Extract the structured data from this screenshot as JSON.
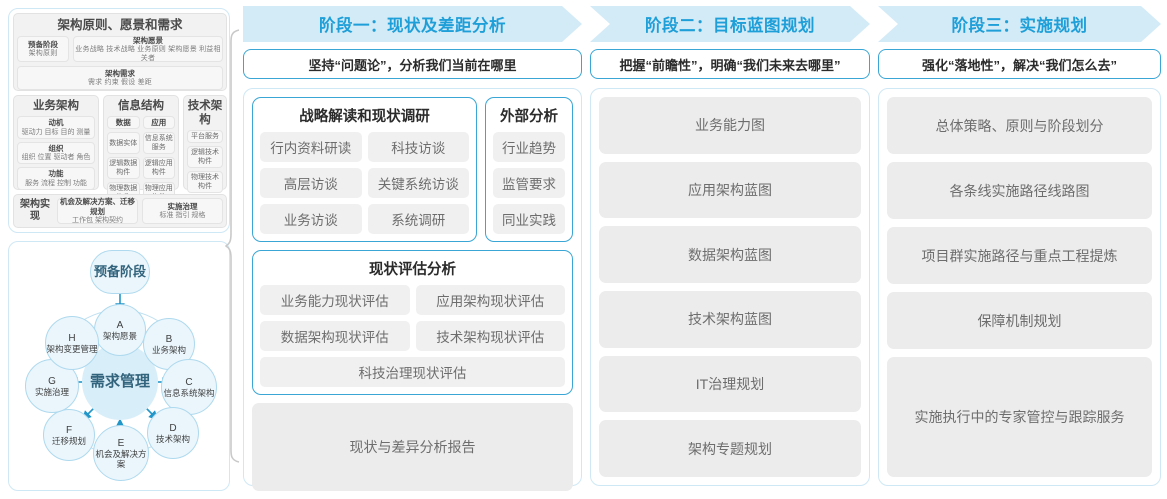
{
  "left_panel": {
    "architecture_framework": {
      "section1_title": "架构原则、愿景和需求",
      "prep_stage": {
        "head": "预备阶段",
        "sub": "架构原则"
      },
      "arch_vision": {
        "head": "架构愿景",
        "sub": "业务战略 技术战略 业务原则 架构愿景 利益相关者"
      },
      "arch_requirements": {
        "head": "架构需求",
        "sub": "需求  约束  假设  差距"
      },
      "business_arch": {
        "title": "业务架构",
        "items": [
          {
            "head": "动机",
            "sub": "驱动力 目标 目的 测量"
          },
          {
            "head": "组织",
            "sub": "组织 位置 驱动者 角色"
          },
          {
            "head": "功能",
            "sub": "服务 流程 控制 功能"
          }
        ]
      },
      "info_structure": {
        "title": "信息结构",
        "data_col": {
          "head": "数据",
          "items": [
            "数据实体",
            "逻辑数据构件",
            "物理数据构件"
          ]
        },
        "app_col": {
          "head": "应用",
          "items": [
            "信息系统服务",
            "逻辑应用构件",
            "物理应用构件"
          ]
        }
      },
      "tech_arch": {
        "title": "技术架构",
        "items": [
          "平台服务",
          "逻辑技术构件",
          "物理技术构件"
        ]
      },
      "arch_impl": {
        "label": "架构实现",
        "items": [
          {
            "head": "机会及解决方案、迁移规划",
            "sub": "工作包  架构契约"
          },
          {
            "head": "实施治理",
            "sub": "标准  指引  规格"
          }
        ]
      }
    },
    "adm_cycle": {
      "prep": "预备阶段",
      "center": "需求管理",
      "nodes": [
        {
          "key": "A",
          "label": "架构愿景"
        },
        {
          "key": "B",
          "label": "业务架构"
        },
        {
          "key": "C",
          "label": "信息系统架构"
        },
        {
          "key": "D",
          "label": "技术架构"
        },
        {
          "key": "E",
          "label": "机会及解决方案"
        },
        {
          "key": "F",
          "label": "迁移规划"
        },
        {
          "key": "G",
          "label": "实施治理"
        },
        {
          "key": "H",
          "label": "架构变更管理"
        }
      ]
    }
  },
  "phases": [
    {
      "header": "阶段一：现状及差距分析",
      "subtitle": "坚持“问题论”，分析我们当前在哪里",
      "cards": [
        {
          "title": "战略解读和现状调研",
          "rows": [
            [
              "行内资料研读",
              "科技访谈"
            ],
            [
              "高层访谈",
              "关键系统访谈"
            ],
            [
              "业务访谈",
              "系统调研"
            ]
          ]
        },
        {
          "title": "外部分析",
          "items": [
            "行业趋势",
            "监管要求",
            "同业实践"
          ]
        },
        {
          "title": "现状评估分析",
          "rows": [
            [
              "业务能力现状评估",
              "应用架构现状评估"
            ],
            [
              "数据架构现状评估",
              "技术架构现状评估"
            ]
          ],
          "full": [
            "科技治理现状评估"
          ]
        }
      ],
      "report": "现状与差异分析报告"
    },
    {
      "header": "阶段二：目标蓝图规划",
      "subtitle": "把握“前瞻性”，明确“我们未来去哪里”",
      "items": [
        "业务能力图",
        "应用架构蓝图",
        "数据架构蓝图",
        "技术架构蓝图",
        "IT治理规划",
        "架构专题规划"
      ]
    },
    {
      "header": "阶段三：实施规划",
      "subtitle": "强化“落地性”，解决“我们怎么去”",
      "items": [
        "总体策略、原则与阶段划分",
        "各条线实施路径线路图",
        "项目群实施路径与重点工程提炼",
        "保障机制规划",
        "实施执行中的专家管控与跟踪服务"
      ]
    }
  ],
  "colors": {
    "header_band": "#d3eaf7",
    "header_text": "#1f9fd8",
    "card_border": "#3aa6d6",
    "panel_border": "#cfe8f5",
    "chip_bg": "#f0f0f0",
    "node_fill": "#eaf6fc",
    "center_fill": "#d8eef9",
    "arrow_blue": "#2196c9"
  }
}
